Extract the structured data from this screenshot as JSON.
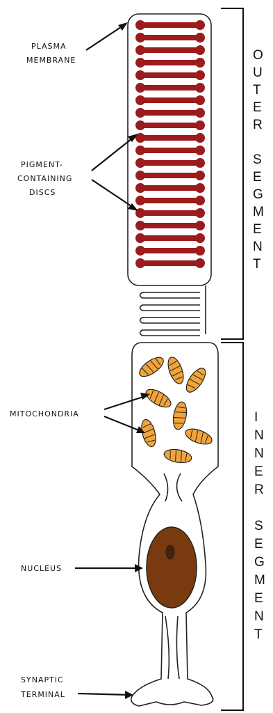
{
  "labels": {
    "plasma_membrane": [
      "PLASMA",
      "MEMBRANE"
    ],
    "pigment_discs": [
      "PIGMENT-",
      "CONTAINING",
      "DISCS"
    ],
    "mitochondria": "MITOCHONDRIA",
    "nucleus": "NUCLEUS",
    "synaptic_terminal": [
      "SYNAPTIC",
      "TERMINAL"
    ]
  },
  "segments": {
    "outer": [
      "O",
      "U",
      "T",
      "E",
      "R",
      "",
      "S",
      "E",
      "G",
      "M",
      "E",
      "N",
      "T"
    ],
    "inner": [
      "I",
      "N",
      "N",
      "E",
      "R",
      "",
      "S",
      "E",
      "G",
      "M",
      "E",
      "N",
      "T"
    ]
  },
  "colors": {
    "disc": "#9b1c1c",
    "mitochondria": "#f2a33a",
    "nucleus": "#7a3a10",
    "outline": "#222222"
  }
}
